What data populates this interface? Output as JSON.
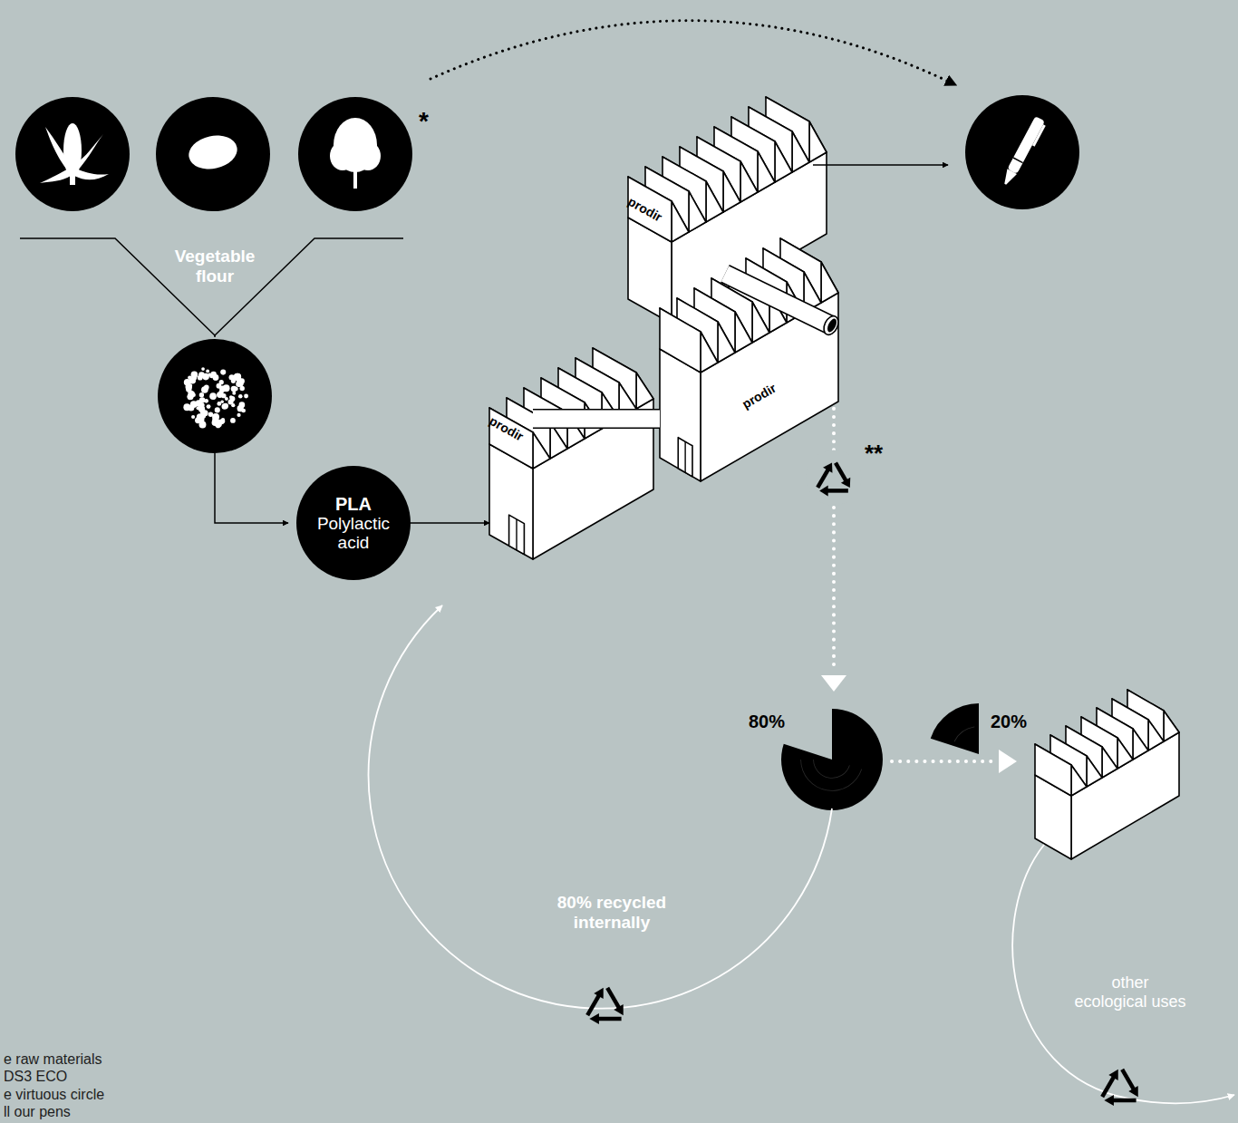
{
  "diagram": {
    "nodes": [
      {
        "text": [
          "PLA",
          "Polylactic acid"
        ]
      },
      {
        "text": [
          "prodir"
        ]
      },
      {
        "text": [
          "prodir"
        ]
      },
      {
        "text": [
          "prodir"
        ]
      }
    ],
    "edges": [
      {
        "from": 0,
        "to": 1,
        "arrow": "to"
      },
      {
        "from": 1,
        "to": 3,
        "arrow": "none"
      }
    ],
    "labels": [
      "*",
      "Vegetable flour",
      "**",
      "80%",
      "20%",
      "80% recycled internally",
      "other ecological uses",
      "e raw materials",
      "DS3 ECO",
      "e virtuous circle",
      "ll our pens"
    ]
  }
}
